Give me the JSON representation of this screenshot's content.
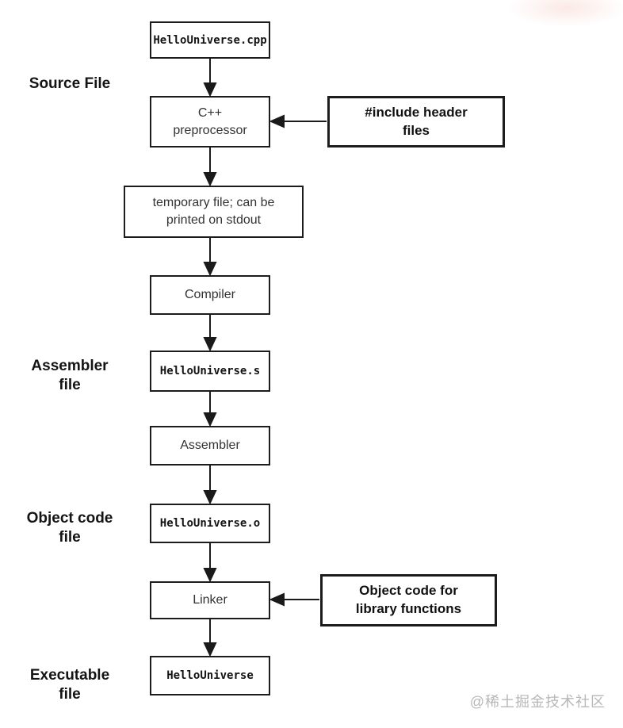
{
  "diagram": {
    "title": "C++ build pipeline flowchart",
    "nodes": {
      "source": {
        "label": "HelloUniverse.cpp"
      },
      "preprocessor": {
        "label": "C++\npreprocessor"
      },
      "temp": {
        "label": "temporary file; can be\nprinted on stdout"
      },
      "compiler": {
        "label": "Compiler"
      },
      "asm_file": {
        "label": "HelloUniverse.s"
      },
      "assembler": {
        "label": "Assembler"
      },
      "obj_file": {
        "label": "HelloUniverse.o"
      },
      "linker": {
        "label": "Linker"
      },
      "executable": {
        "label": "HelloUniverse"
      }
    },
    "side_boxes": {
      "include": {
        "label": "#include header\nfiles"
      },
      "objcode": {
        "label": "Object code for\nlibrary functions"
      }
    },
    "stage_labels": {
      "source": "Source File",
      "assembler": "Assembler\nfile",
      "object": "Object code\nfile",
      "executable": "Executable\nfile"
    },
    "watermark": "@稀土掘金技术社区",
    "colors": {
      "line": "#1a1a1a",
      "box_border": "#1c1c1c",
      "text": "#333333",
      "watermark": "#b9b6b6",
      "background": "#ffffff"
    }
  }
}
